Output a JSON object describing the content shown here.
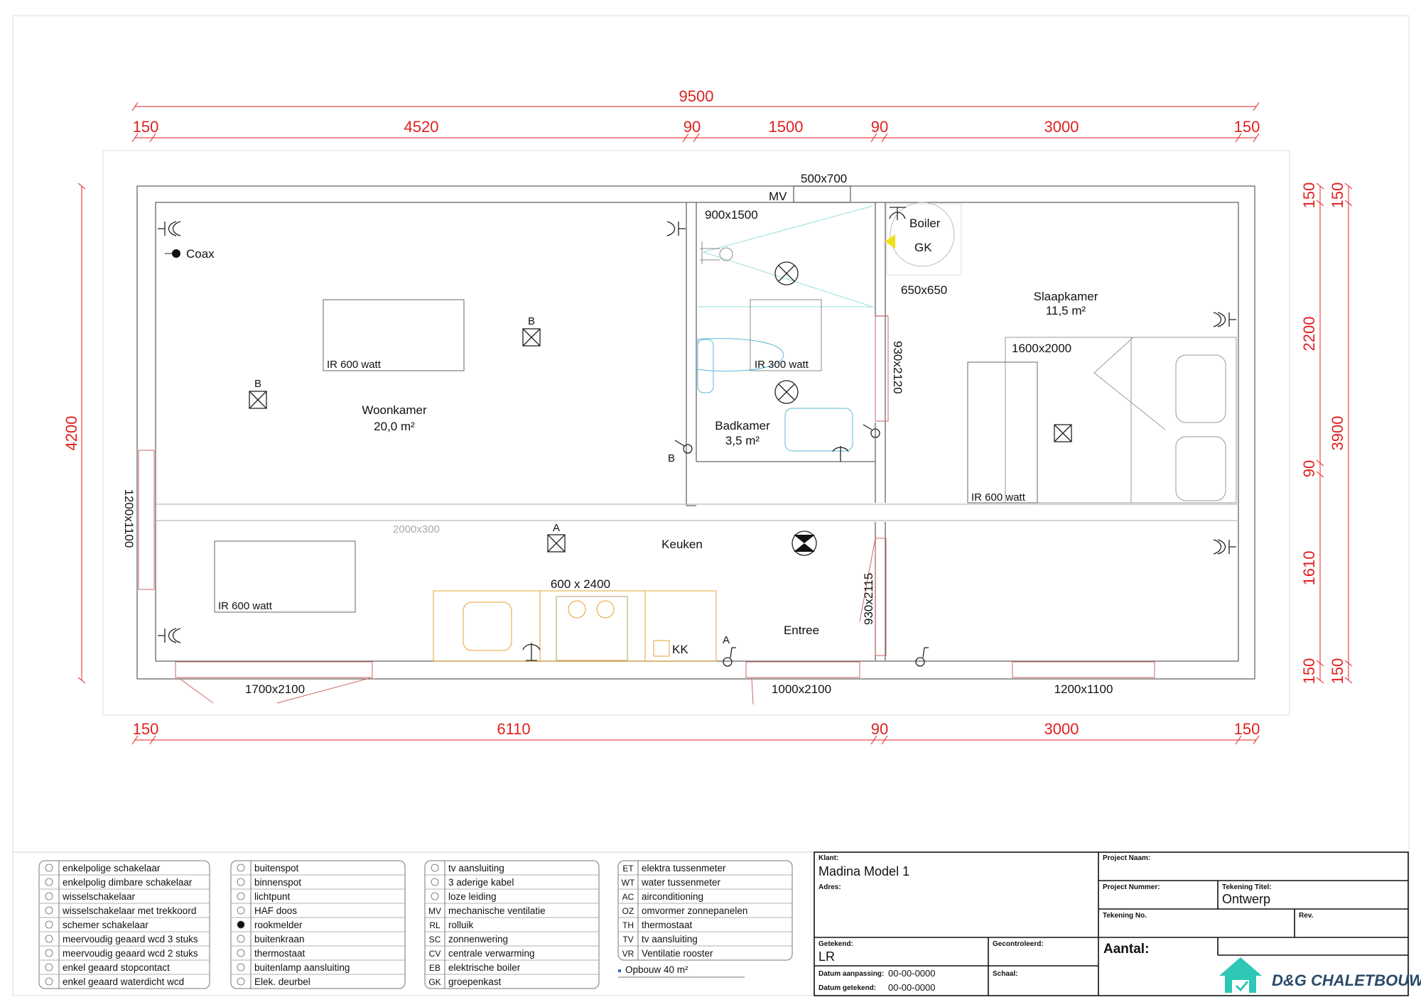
{
  "dims": {
    "total_width": "9500",
    "top": [
      "150",
      "4520",
      "90",
      "1500",
      "90",
      "3000",
      "150"
    ],
    "bottom": [
      "150",
      "6110",
      "90",
      "3000",
      "150"
    ],
    "left_total": "4200",
    "right_inner": [
      "150",
      "2200",
      "90",
      "1610",
      "150"
    ],
    "right_outer": [
      "150",
      "3900",
      "150"
    ]
  },
  "rooms": {
    "woonkamer": {
      "name": "Woonkamer",
      "area": "20,0 m²"
    },
    "badkamer": {
      "name": "Badkamer",
      "area": "3,5 m²"
    },
    "slaapkamer": {
      "name": "Slaapkamer",
      "area": "11,5 m²"
    },
    "keuken": {
      "name": "Keuken"
    },
    "entree": {
      "name": "Entree"
    }
  },
  "labels": {
    "coax": "Coax",
    "mv": "MV",
    "vent": "500x700",
    "shower": "900x1500",
    "boiler": "Boiler",
    "gk": "GK",
    "boiler_size": "650x650",
    "bad_door": "930x2120",
    "entree_door": "930x2115",
    "bed": "1600x2000",
    "heater_woon": "IR 600 watt",
    "heater_bad": "IR 300 watt",
    "heater_slaap": "IR 600 watt",
    "heater_keuken": "IR 600 watt",
    "window_left": "1200x1100",
    "window_kitchen": "2000x300",
    "kitchen": "600 x 2400",
    "kk": "KK",
    "door_main": "1700x2100",
    "door_front": "1000x2100",
    "window_bed": "1200x1100",
    "b": "B",
    "a": "A"
  },
  "legend": {
    "col1": [
      "enkelpolige schakelaar",
      "enkelpolig dimbare schakelaar",
      "wisselschakelaar",
      "wisselschakelaar met trekkoord",
      "schemer schakelaar",
      "meervoudig geaard wcd 3 stuks",
      "meervoudig geaard wcd 2 stuks",
      "enkel geaard stopcontact",
      "enkel geaard waterdicht wcd"
    ],
    "col2": [
      "buitenspot",
      "binnenspot",
      "lichtpunt",
      "HAF doos",
      "rookmelder",
      "buitenkraan",
      "thermostaat",
      "buitenlamp aansluiting",
      "Elek. deurbel"
    ],
    "col3_codes": [
      "",
      "",
      "",
      "MV",
      "RL",
      "SC",
      "CV",
      "EB",
      "GK"
    ],
    "col3": [
      "tv aansluiting",
      "3 aderige kabel",
      "loze leiding",
      "mechanische ventilatie",
      "rolluik",
      "zonnenwering",
      "centrale verwarming",
      "elektrische boiler",
      "groepenkast"
    ],
    "col4_codes": [
      "ET",
      "WT",
      "AC",
      "OZ",
      "TH",
      "TV",
      "VR"
    ],
    "col4": [
      "elektra tussenmeter",
      "water tussenmeter",
      "airconditioning",
      "omvormer zonnepanelen",
      "thermostaat",
      "tv aansluiting",
      "Ventilatie rooster"
    ],
    "opbouw": "Opbouw 40 m²"
  },
  "titleblock": {
    "klant_label": "Klant:",
    "klant": "Madina Model 1",
    "adres_label": "Adres:",
    "projnaam_label": "Project Naam:",
    "projnr_label": "Project Nummer:",
    "tektitel_label": "Tekening Titel:",
    "tektitel": "Ontwerp",
    "tekno_label": "Tekening No.",
    "rev_label": "Rev.",
    "getekend_label": "Getekend:",
    "getekend": "LR",
    "gecontroleerd_label": "Gecontroleerd:",
    "aantal_label": "Aantal:",
    "schaal_label": "Schaal:",
    "datum_aanp_label": "Datum aanpassing:",
    "datum_aanp": "00-00-0000",
    "datum_get_label": "Datum getekend:",
    "datum_get": "00-00-0000",
    "logo": "D&G CHALETBOUW"
  },
  "colors": {
    "dim": "#e02020",
    "wall": "#666666",
    "kitchen": "#e8a030",
    "water": "#5ab8d8",
    "logo": "#2ec7b6"
  }
}
